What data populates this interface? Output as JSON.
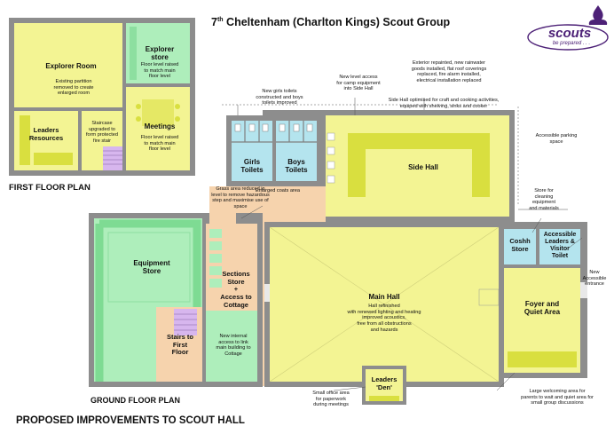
{
  "header": {
    "title_num": "7",
    "title_sup": "th",
    "title_rest": " Cheltenham (Charlton Kings) Scout Group"
  },
  "logo": {
    "brand": "scouts",
    "tagline": "be prepared . . .",
    "icon": "fleur-de-lis-icon",
    "brand_color": "#4d2177"
  },
  "colors": {
    "yellow_room": "#f3f493",
    "green_room": "#aeeebb",
    "blue_room": "#b4e4ee",
    "orange_area": "#f6d3ad",
    "wall": "#8d8d8d",
    "fixture": "#d9df3f"
  },
  "labels": {
    "first_floor": "FIRST FLOOR PLAN",
    "ground_floor": "GROUND FLOOR PLAN",
    "proposed": "PROPOSED IMPROVEMENTS TO SCOUT HALL"
  },
  "rooms": {
    "explorer_room": "Explorer Room",
    "explorer_store_1": "Explorer",
    "explorer_store_2": "store",
    "leaders_resources_1": "Leaders",
    "leaders_resources_2": "Resources",
    "meetings": "Meetings",
    "girls_toilets_1": "Girls",
    "girls_toilets_2": "Toilets",
    "boys_toilets_1": "Boys",
    "boys_toilets_2": "Toilets",
    "side_hall": "Side Hall",
    "equipment_store_1": "Equipment",
    "equipment_store_2": "Store",
    "sections_store_1": "Sections",
    "sections_store_2": "Store",
    "sections_store_3": "+",
    "sections_store_4": "Access to",
    "sections_store_5": "Cottage",
    "main_hall": "Main Hall",
    "coshh_1": "Coshh",
    "coshh_2": "Store",
    "accessible_toilet_1": "Accessible",
    "accessible_toilet_2": "Leaders &",
    "accessible_toilet_3": "Visitor",
    "accessible_toilet_4": "Toilet",
    "foyer_1": "Foyer and",
    "foyer_2": "Quiet Area",
    "stairs_1": "Stairs to",
    "stairs_2": "First",
    "stairs_3": "Floor",
    "leaders_den_1": "Leaders",
    "leaders_den_2": "'Den'"
  },
  "notes": {
    "explorer_room_1": "Existing partition",
    "explorer_room_2": "removed to create",
    "explorer_room_3": "enlarged room",
    "explorer_store_1": "Floor level raised",
    "explorer_store_2": "to match main",
    "explorer_store_3": "floor level",
    "staircase_1": "Staircase",
    "staircase_2": "upgraded to",
    "staircase_3": "form protected",
    "staircase_4": "fire stair",
    "meetings_1": "Floor level raised",
    "meetings_2": "to match main",
    "meetings_3": "floor level",
    "camp_access_1": "New level access",
    "camp_access_2": "for camp equipment",
    "camp_access_3": "into Side Hall",
    "exterior_1": "Exterior repainted, new rainwater",
    "exterior_2": "goods installed, flat roof coverings",
    "exterior_3": "replaced, fire alarm installed,",
    "exterior_4": "electrical installation replaced",
    "toilets_1": "New girls toilets",
    "toilets_2": "constructed and boys",
    "toilets_3": "toilets improved",
    "side_hall_1": "Side Hall optimised for craft and cooking activities,",
    "side_hall_2": "equiped with shelving, sinks and cooker",
    "parking_1": "Accessible parking",
    "parking_2": "space",
    "coats_area": "Enlarged coats area",
    "grass_1": "Grass area reduced in",
    "grass_2": "level to remove hazardous",
    "grass_3": "step and maximise use of",
    "grass_4": "space",
    "cleaning_1": "Store for",
    "cleaning_2": "cleaning",
    "cleaning_3": "equipment",
    "cleaning_4": "and materials",
    "entrance_1": "New",
    "entrance_2": "Accessible",
    "entrance_3": "entrance",
    "main_hall_1": "Hall refinished",
    "main_hall_2": "with renewed lighting and heating",
    "main_hall_3": "improved acoustics,",
    "main_hall_4": "free from all obstructions",
    "main_hall_5": "and hazards",
    "cottage_1": "New internal",
    "cottage_2": "access to link",
    "cottage_3": "main building to",
    "cottage_4": "Cottage",
    "office_1": "Small office area",
    "office_2": "for paperwork",
    "office_3": "during meetings",
    "welcome_1": "Large welcoming area for",
    "welcome_2": "parents to wait and quiet area for",
    "welcome_3": "small group discussions"
  }
}
